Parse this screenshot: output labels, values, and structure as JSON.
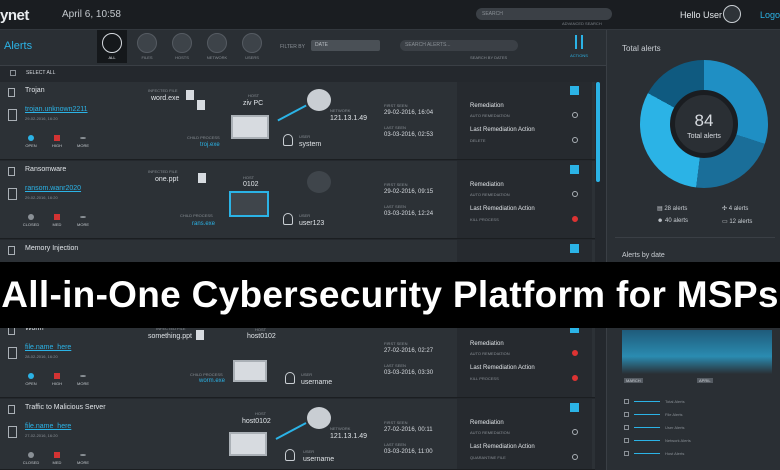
{
  "topbar": {
    "logo": "ynet",
    "datetime": "April 6, 10:58",
    "search_placeholder": "SEARCH",
    "advanced_search": "ADVANCED SEARCH",
    "greeting": "Hello User",
    "logout": "Logo"
  },
  "subbar": {
    "title": "Alerts",
    "categories": [
      {
        "label": "ALL",
        "icon": "clock-icon"
      },
      {
        "label": "FILES",
        "icon": "file-icon"
      },
      {
        "label": "HOSTS",
        "icon": "host-icon"
      },
      {
        "label": "NETWORK",
        "icon": "network-icon"
      },
      {
        "label": "USERS",
        "icon": "users-icon"
      }
    ],
    "filter_by": "FILTER BY",
    "filter_value": "DATE",
    "search_placeholder": "SEARCH ALERTS...",
    "search_by": "SEARCH BY DATES",
    "actions": "ACTIONS"
  },
  "select_all": "SELECT ALL",
  "alerts": [
    {
      "type": "Trojan",
      "file": "trojan.unknown2211",
      "date": "29-02-2016, 16:20",
      "mini": [
        {
          "label": "OPEN",
          "color": "#2bb3e6"
        },
        {
          "label": "HIGH",
          "color": "#d33333"
        },
        {
          "label": "MORE",
          "color": "#8a9096"
        }
      ],
      "infected_file_label": "INFECTED FILE",
      "infected_file": "word.exe",
      "host_label": "HOST",
      "host": "ziv PC",
      "network_label": "NETWORK",
      "network": "121.13.1.49",
      "child_label": "CHILD PROCESS",
      "child": "troj.exe",
      "user_label": "USER",
      "user": "system",
      "first_seen_label": "FIRST SEEN",
      "first_seen": "29-02-2016, 16:04",
      "last_seen_label": "LAST SEEN",
      "last_seen": "03-03-2016, 02:53",
      "remediation": "Remediation",
      "remediation_sub": "AUTO REMEDIATION",
      "last_action": "Last Remediation Action",
      "last_action_sub": "DELETE"
    },
    {
      "type": "Ransomware",
      "file": "ransom.wanr2020",
      "date": "29-02-2016, 16:20",
      "mini": [
        {
          "label": "CLOSED",
          "color": "#8a9096"
        },
        {
          "label": "MED",
          "color": "#d33333"
        },
        {
          "label": "MORE",
          "color": "#8a9096"
        }
      ],
      "infected_file_label": "INFECTED FILE",
      "infected_file": "one.ppt",
      "host_label": "HOST",
      "host": "0102",
      "network_label": "",
      "network": "",
      "child_label": "CHILD PROCESS",
      "child": "rans.exe",
      "user_label": "USER",
      "user": "user123",
      "first_seen_label": "FIRST SEEN",
      "first_seen": "29-02-2016, 09:15",
      "last_seen_label": "LAST SEEN",
      "last_seen": "03-03-2016, 12:24",
      "remediation": "Remediation",
      "remediation_sub": "AUTO REMEDIATION",
      "last_action": "Last Remediation Action",
      "last_action_sub": "KILL PROCESS"
    },
    {
      "type": "Memory Injection"
    },
    {
      "type": "Worm",
      "file": "file.name_here",
      "date": "28-02-2016, 16:20",
      "mini": [
        {
          "label": "OPEN",
          "color": "#2bb3e6"
        },
        {
          "label": "HIGH",
          "color": "#d33333"
        },
        {
          "label": "MORE",
          "color": "#8a9096"
        }
      ],
      "infected_file_label": "INFECTED FILE",
      "infected_file": "something.ppt",
      "host_label": "HOST",
      "host": "host0102",
      "network_label": "",
      "network": "",
      "child_label": "CHILD PROCESS",
      "child": "worm.exe",
      "user_label": "USER",
      "user": "username",
      "first_seen_label": "FIRST SEEN",
      "first_seen": "27-02-2016, 02:27",
      "last_seen_label": "LAST SEEN",
      "last_seen": "03-03-2016, 03:30",
      "remediation": "Remediation",
      "remediation_sub": "AUTO REMEDIATION",
      "last_action": "Last Remediation Action",
      "last_action_sub": "KILL PROCESS"
    },
    {
      "type": "Traffic to Malicious Server",
      "file": "file.name_here",
      "date": "27-02-2016, 16:20",
      "mini": [
        {
          "label": "CLOSED",
          "color": "#8a9096"
        },
        {
          "label": "MED",
          "color": "#d33333"
        },
        {
          "label": "MORE",
          "color": "#8a9096"
        }
      ],
      "host_label": "HOST",
      "host": "host0102",
      "network_label": "NETWORK",
      "network": "121.13.1.49",
      "user_label": "USER",
      "user": "username",
      "first_seen_label": "FIRST SEEN",
      "first_seen": "27-02-2016, 00:11",
      "last_seen_label": "LAST SEEN",
      "last_seen": "03-03-2016, 11:00",
      "remediation": "Remediation",
      "remediation_sub": "AUTO REMEDIATION",
      "last_action": "Last Remediation Action",
      "last_action_sub": "QUARANTINE FILE"
    }
  ],
  "right": {
    "total_title": "Total alerts",
    "total": "84",
    "total_label": "Total alerts",
    "stats": [
      "28 alerts",
      "4 alerts",
      "40 alerts",
      "12 alerts"
    ],
    "by_date_title": "Alerts by date",
    "axis": [
      "MARCH",
      "APRIL"
    ],
    "legend": [
      "Total Alerts",
      "File Alerts",
      "User Alerts",
      "Network Alerts",
      "Host Alerts"
    ],
    "donut_shares": [
      30,
      22,
      31,
      17
    ]
  },
  "banner": "All-in-One Cybersecurity Platform for MSPs"
}
